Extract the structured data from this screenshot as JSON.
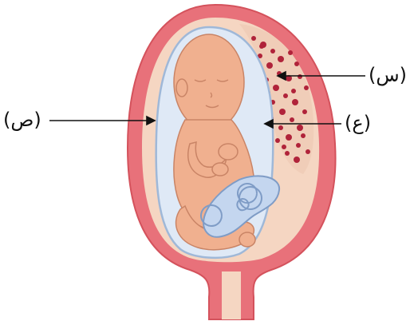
{
  "labels": {
    "sad": "(ص)",
    "sin": "(س)",
    "ain": "(ع)"
  },
  "colors": {
    "uterus_wall": "#e8717a",
    "uterus_outline": "#d4525c",
    "inner_layer": "#f5d6c2",
    "amniotic_fluid": "#dfe9f6",
    "amnion_edge": "#9fb8d8",
    "fetus_skin": "#f0b08f",
    "fetus_outline": "#c98466",
    "umbilical_cord": "#c4d6ef",
    "placenta_dots": "#b0233a",
    "arrow": "#111111"
  }
}
